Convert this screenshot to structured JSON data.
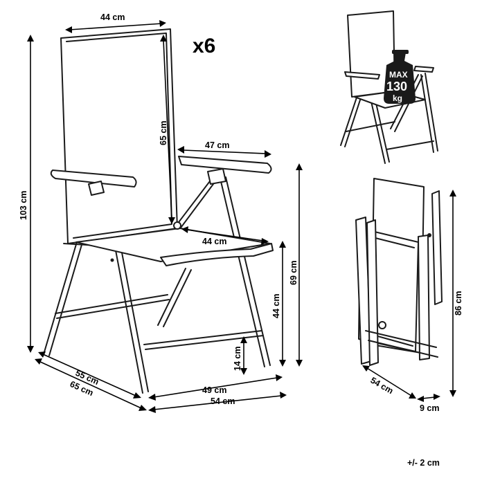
{
  "quantity": "x6",
  "main_view": {
    "top_width": "44 cm",
    "total_height": "103 cm",
    "backrest_height": "65 cm",
    "armrest_length": "47 cm",
    "seat_width": "44 cm",
    "armrest_height": "69 cm",
    "seat_height": "44 cm",
    "crossbar_height": "14 cm",
    "seat_depth": "55 cm",
    "total_depth": "65 cm",
    "front_width_inner": "49 cm",
    "front_width_outer": "54 cm"
  },
  "load_view": {
    "max_label": "MAX",
    "max_value": "130",
    "max_unit": "kg"
  },
  "folded_view": {
    "folded_height": "86 cm",
    "folded_width": "54 cm",
    "folded_thickness": "9 cm"
  },
  "tolerance": "+/- 2 cm"
}
